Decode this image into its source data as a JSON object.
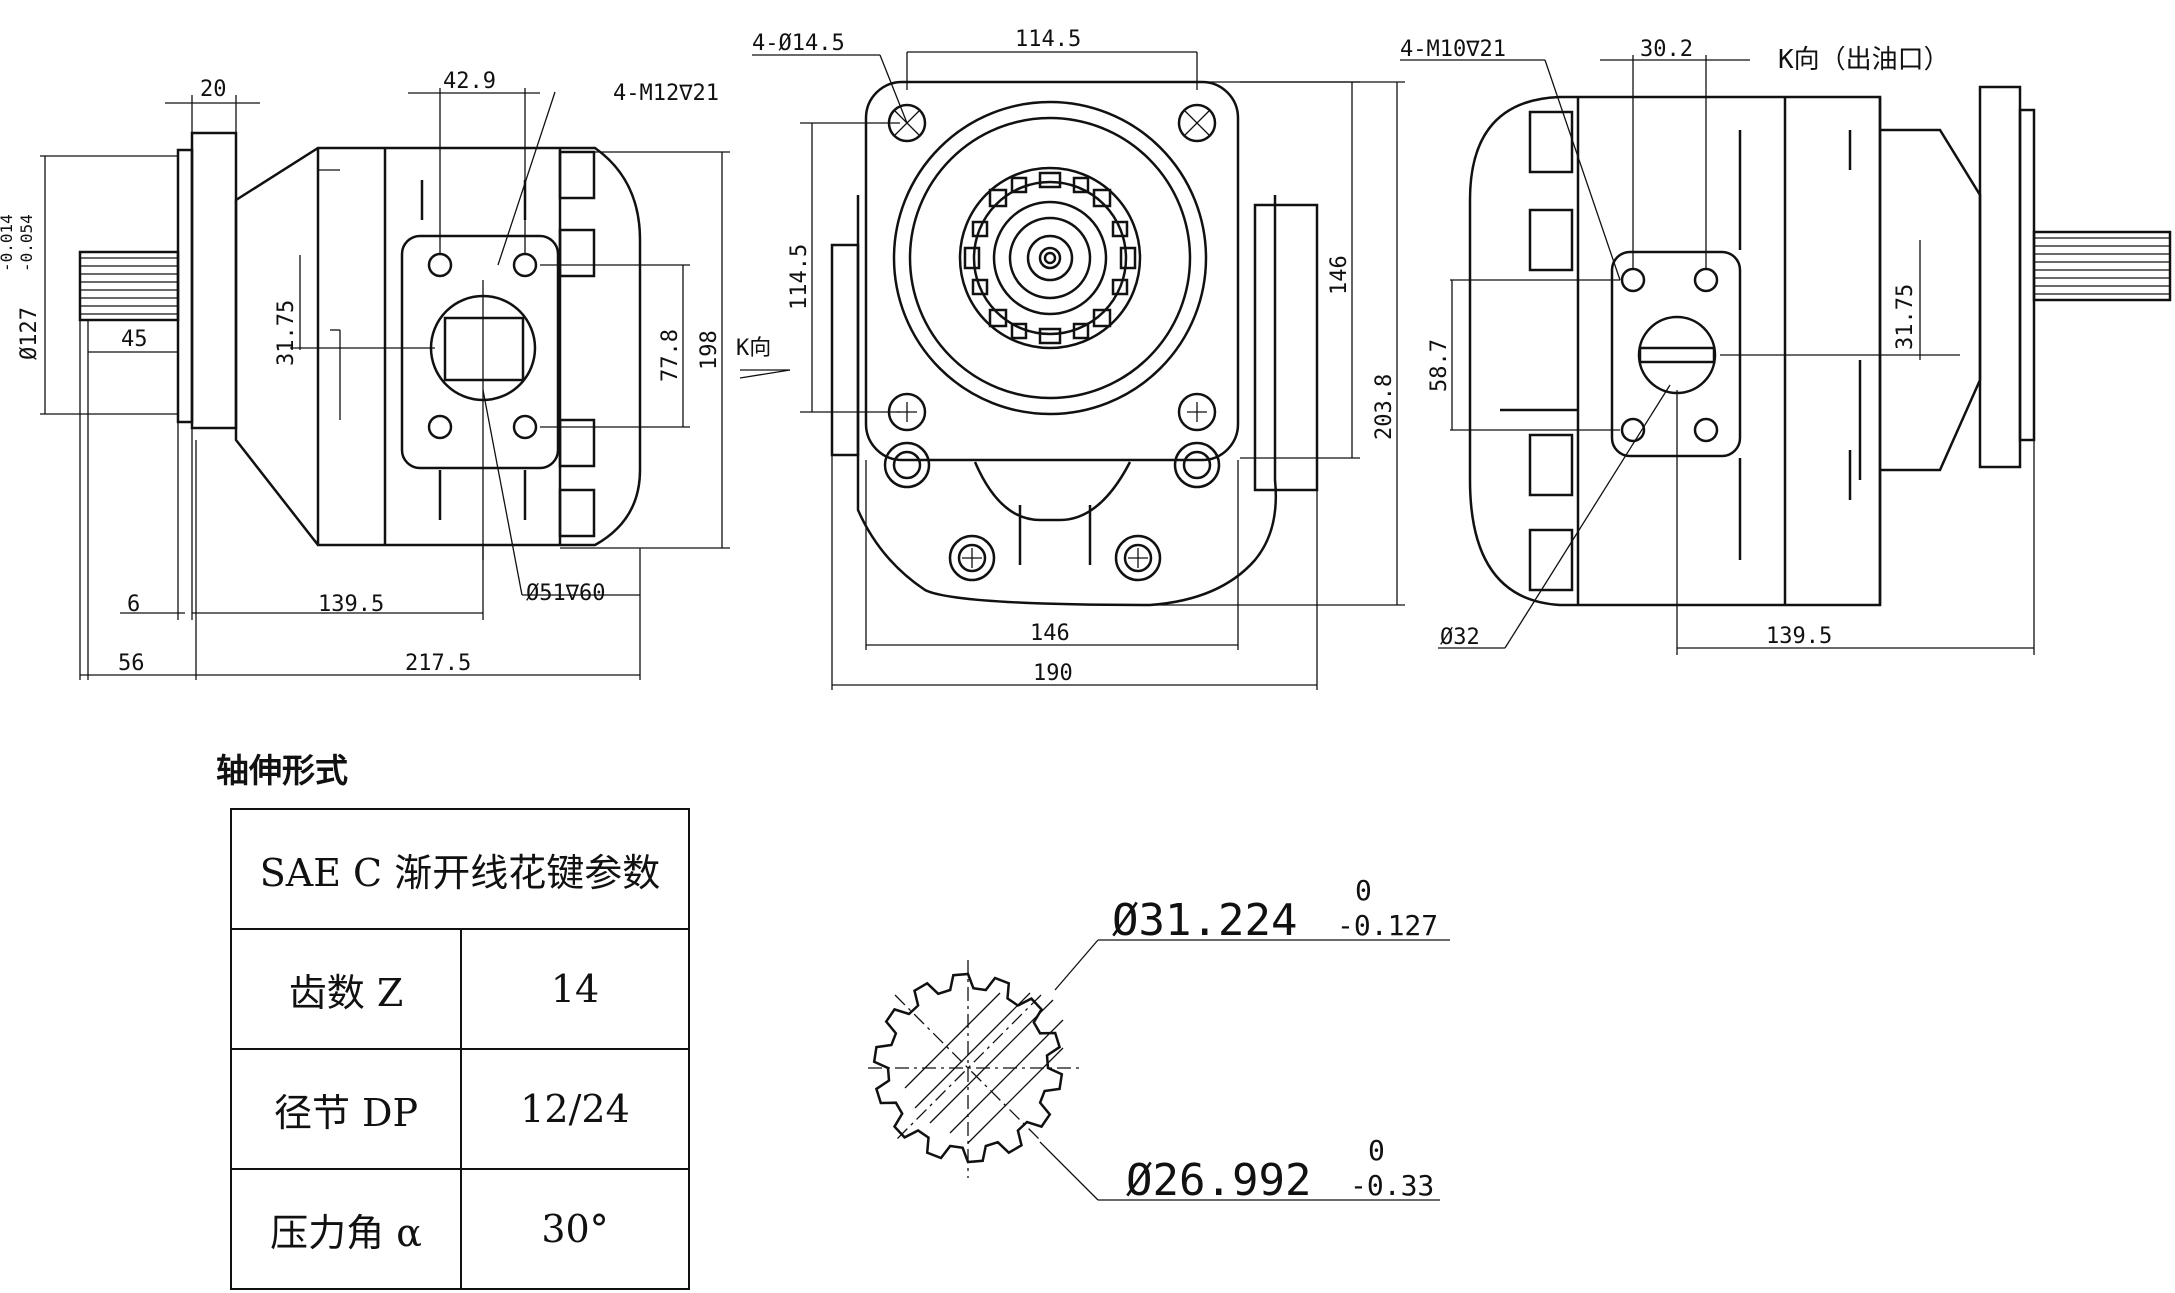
{
  "views": {
    "left": {
      "dims": {
        "flange_thk": "20",
        "port_bolt_span": "42.9",
        "port_thread": "4-M12∇21",
        "pilot_dia": "Ø127",
        "pilot_tol_upper": "-0.014",
        "pilot_tol_lower": "-0.054",
        "spline_len": "45",
        "port_offset": "31.75",
        "port_bolt_span_v": "77.8",
        "height": "198",
        "pilot_len": "6",
        "port_center": "139.5",
        "port_bore": "Ø51∇60",
        "shaft_len": "56",
        "body_len": "217.5"
      }
    },
    "front": {
      "dims": {
        "mount_holes": "4-Ø14.5",
        "hole_span_h": "114.5",
        "hole_span_v": "114.5",
        "height_146": "146",
        "height_total": "203.8",
        "k_view": "K向",
        "width_146": "146",
        "width_190": "190"
      }
    },
    "right": {
      "dims": {
        "port_thread": "4-M10∇21",
        "port_bolt_span": "30.2",
        "k_view_title": "K向（出油口）",
        "port_bolt_span_v": "58.7",
        "port_offset": "31.75",
        "port_bore": "Ø32",
        "port_center": "139.5"
      }
    }
  },
  "spline": {
    "section_title": "轴伸形式",
    "table_header": "SAE C 渐开线花键参数",
    "rows": [
      {
        "label": "齿数 Z",
        "value": "14"
      },
      {
        "label": "径节 DP",
        "value": "12/24"
      },
      {
        "label": "压力角 α",
        "value": "30°"
      }
    ],
    "major_dia": "Ø31.224",
    "major_tol_upper": "0",
    "major_tol_lower": "-0.127",
    "minor_dia": "Ø26.992",
    "minor_tol_upper": "0",
    "minor_tol_lower": "-0.33"
  }
}
